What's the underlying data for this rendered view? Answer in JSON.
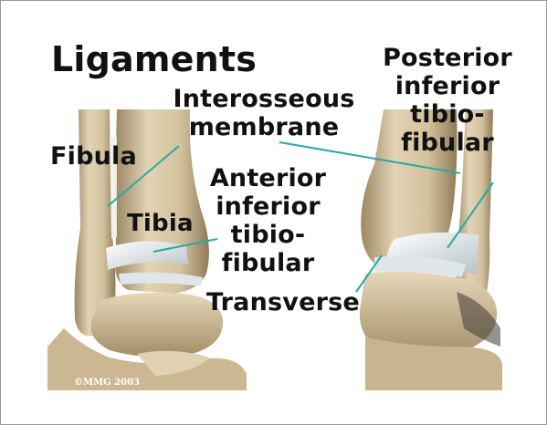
{
  "labels": {
    "title": "Ligaments",
    "posterior": [
      "Posterior",
      "inferior",
      "tibio-",
      "fibular"
    ],
    "interosseous": [
      "Interosseous",
      "membrane"
    ],
    "fibula": "Fibula",
    "anterior": [
      "Anterior",
      "inferior",
      "tibio-",
      "fibular"
    ],
    "tibia": "Tibia",
    "transverse": "Transverse"
  },
  "copyright": "©MMG 2003",
  "colors": {
    "bone": "#d8c7a5",
    "bone_shade": "#a8916b",
    "ligament": "#e7ecef",
    "leader_line": "#2aa9a3",
    "background": "#ffffff"
  }
}
